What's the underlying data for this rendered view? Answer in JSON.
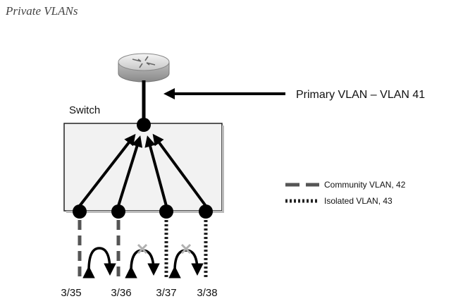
{
  "figure_title": "Private VLANs",
  "switch_label": "Switch",
  "primary_label": "Primary VLAN – VLAN 41",
  "legend": {
    "community": "Community VLAN, 42",
    "isolated": "Isolated VLAN, 43"
  },
  "ports": [
    {
      "label": "3/35",
      "vlan": "community"
    },
    {
      "label": "3/36",
      "vlan": "community"
    },
    {
      "label": "3/37",
      "vlan": "isolated"
    },
    {
      "label": "3/38",
      "vlan": "isolated"
    }
  ],
  "icons": [
    "router-icon",
    "curved-arrow-icon",
    "blocked-x-icon"
  ],
  "colors": {
    "line": "#000000",
    "community_dash": "#555555",
    "isolated_dash": "#222222",
    "switch_fill": "#f2f2f2",
    "router_body": "#d0d0d0",
    "blocked_x": "#b0b0b0"
  }
}
